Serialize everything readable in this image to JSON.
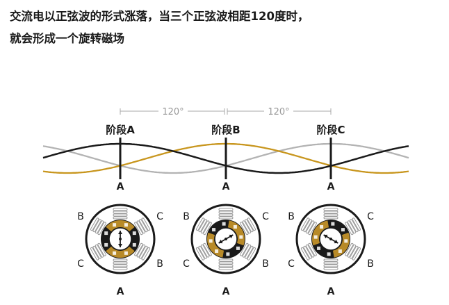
{
  "header": {
    "line1": "交流电以正弦波的形式涨落，当三个正弦波相距120度时，",
    "line2": "就会形成一个旋转磁场"
  },
  "spacing": {
    "left_label": "120°",
    "right_label": "120°"
  },
  "phases": [
    {
      "label": "阶段A",
      "motor": {
        "top": "A",
        "bottom": "A",
        "upper_left": "B",
        "upper_right": "C",
        "lower_left": "C",
        "lower_right": "B",
        "arrow_angle_deg": 90
      }
    },
    {
      "label": "阶段B",
      "motor": {
        "top": "A",
        "bottom": "A",
        "upper_left": "B",
        "upper_right": "C",
        "lower_left": "C",
        "lower_right": "B",
        "arrow_angle_deg": 30
      }
    },
    {
      "label": "阶段C",
      "motor": {
        "top": "A",
        "bottom": "A",
        "upper_left": "B",
        "upper_right": "C",
        "lower_left": "C",
        "lower_right": "B",
        "arrow_angle_deg": 150
      }
    }
  ],
  "colors": {
    "wave_a": "#1a1a1a",
    "wave_b": "#c8961e",
    "wave_c": "#b3b3b3",
    "rotor_gold": "#b88a28",
    "rotor_dark": "#1a1a1a",
    "coil": "#9a9a9a",
    "dimension": "#a8a8a8"
  }
}
